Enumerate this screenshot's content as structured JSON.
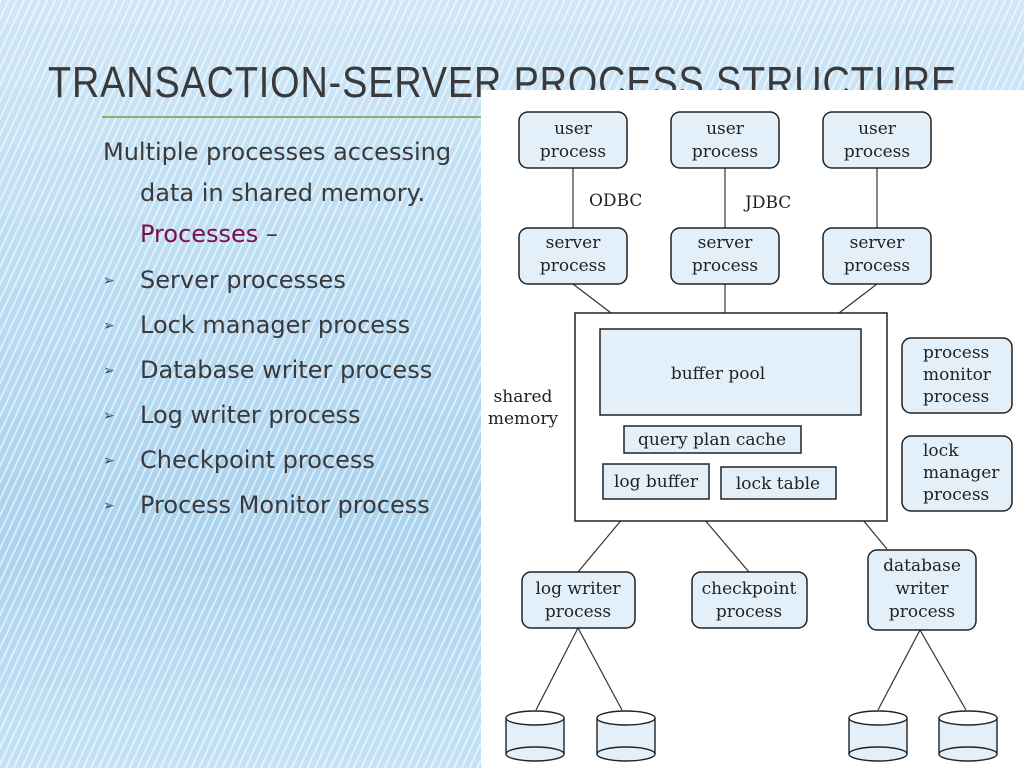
{
  "slide": {
    "title": "TRANSACTION-SERVER PROCESS STRUCTURE",
    "intro_text": "Multiple processes accessing data in shared memory.",
    "intro_accent": "Processes",
    "intro_dash": " –",
    "bullets": [
      "Server processes",
      "Lock manager process",
      "Database writer process",
      "Log writer process",
      "Checkpoint process",
      "Process Monitor process"
    ]
  },
  "diagram": {
    "user_process": [
      "user",
      "process"
    ],
    "server_process": [
      "server",
      "process"
    ],
    "odbc": "ODBC",
    "jdbc": "JDBC",
    "shared_memory": [
      "shared",
      "memory"
    ],
    "buffer_pool": "buffer pool",
    "query_plan_cache": "query plan cache",
    "log_buffer": "log buffer",
    "lock_table": "lock table",
    "process_monitor": [
      "process",
      "monitor",
      "process"
    ],
    "lock_manager": [
      "lock",
      "manager",
      "process"
    ],
    "log_writer": [
      "log writer",
      "process"
    ],
    "checkpoint": [
      "checkpoint",
      "process"
    ],
    "database_writer": [
      "database",
      "writer",
      "process"
    ]
  },
  "colors": {
    "box_fill": "#e3f0fa",
    "accent": "#7a1145",
    "rule": "#7fb26a"
  }
}
